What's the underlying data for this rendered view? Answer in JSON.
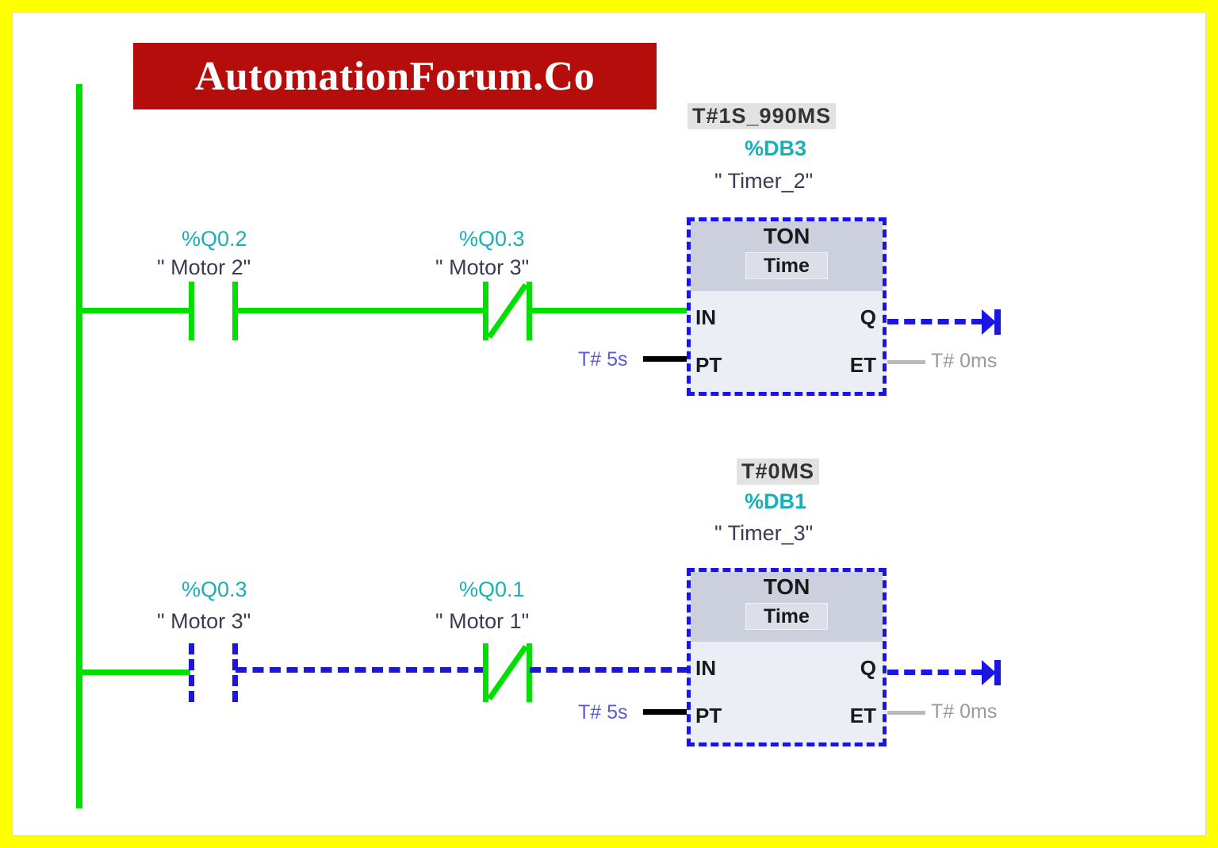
{
  "page": {
    "title": "PLC Ladder Logic - TON Timer Rungs",
    "frame_color": "#ffff00",
    "sheet_color": "#ffffff"
  },
  "watermark": {
    "text": "AutomationForum.Co",
    "background": "#b50c0c",
    "text_color": "#ffffff"
  },
  "colors": {
    "energized_wire": "#00e000",
    "deenergized_wire": "#1a15e0",
    "address_text": "#18b0b8",
    "symbol_text": "#3b3b55",
    "input_value": "#5b5bd6",
    "output_value": "#9a9a9a",
    "block_header": "#ccd0dd",
    "block_body": "#eceef5"
  },
  "rungs": [
    {
      "id": "rung-1",
      "power_state": "energized",
      "contacts": [
        {
          "type": "normally-open",
          "address": "%Q0.2",
          "symbol": "\" Motor 2\"",
          "state": "energized"
        },
        {
          "type": "normally-closed",
          "address": "%Q0.3",
          "symbol": "\" Motor 3\"",
          "state": "energized"
        }
      ],
      "block": {
        "instance_value": "T#1S_990MS",
        "db": "%DB3",
        "name": "\" Timer_2\"",
        "type": "TON",
        "data_type": "Time",
        "pins": {
          "in": "IN",
          "pt": "PT",
          "q": "Q",
          "et": "ET"
        },
        "pt_value": "T# 5s",
        "et_value": "T# 0ms",
        "q_state": "off"
      }
    },
    {
      "id": "rung-2",
      "power_state": "partially-energized",
      "contacts": [
        {
          "type": "normally-open",
          "address": "%Q0.3",
          "symbol": "\" Motor 3\"",
          "state": "de-energized"
        },
        {
          "type": "normally-closed",
          "address": "%Q0.1",
          "symbol": "\" Motor 1\"",
          "state": "de-energized"
        }
      ],
      "block": {
        "instance_value": "T#0MS",
        "db": "%DB1",
        "name": "\" Timer_3\"",
        "type": "TON",
        "data_type": "Time",
        "pins": {
          "in": "IN",
          "pt": "PT",
          "q": "Q",
          "et": "ET"
        },
        "pt_value": "T# 5s",
        "et_value": "T# 0ms",
        "q_state": "off"
      }
    }
  ]
}
